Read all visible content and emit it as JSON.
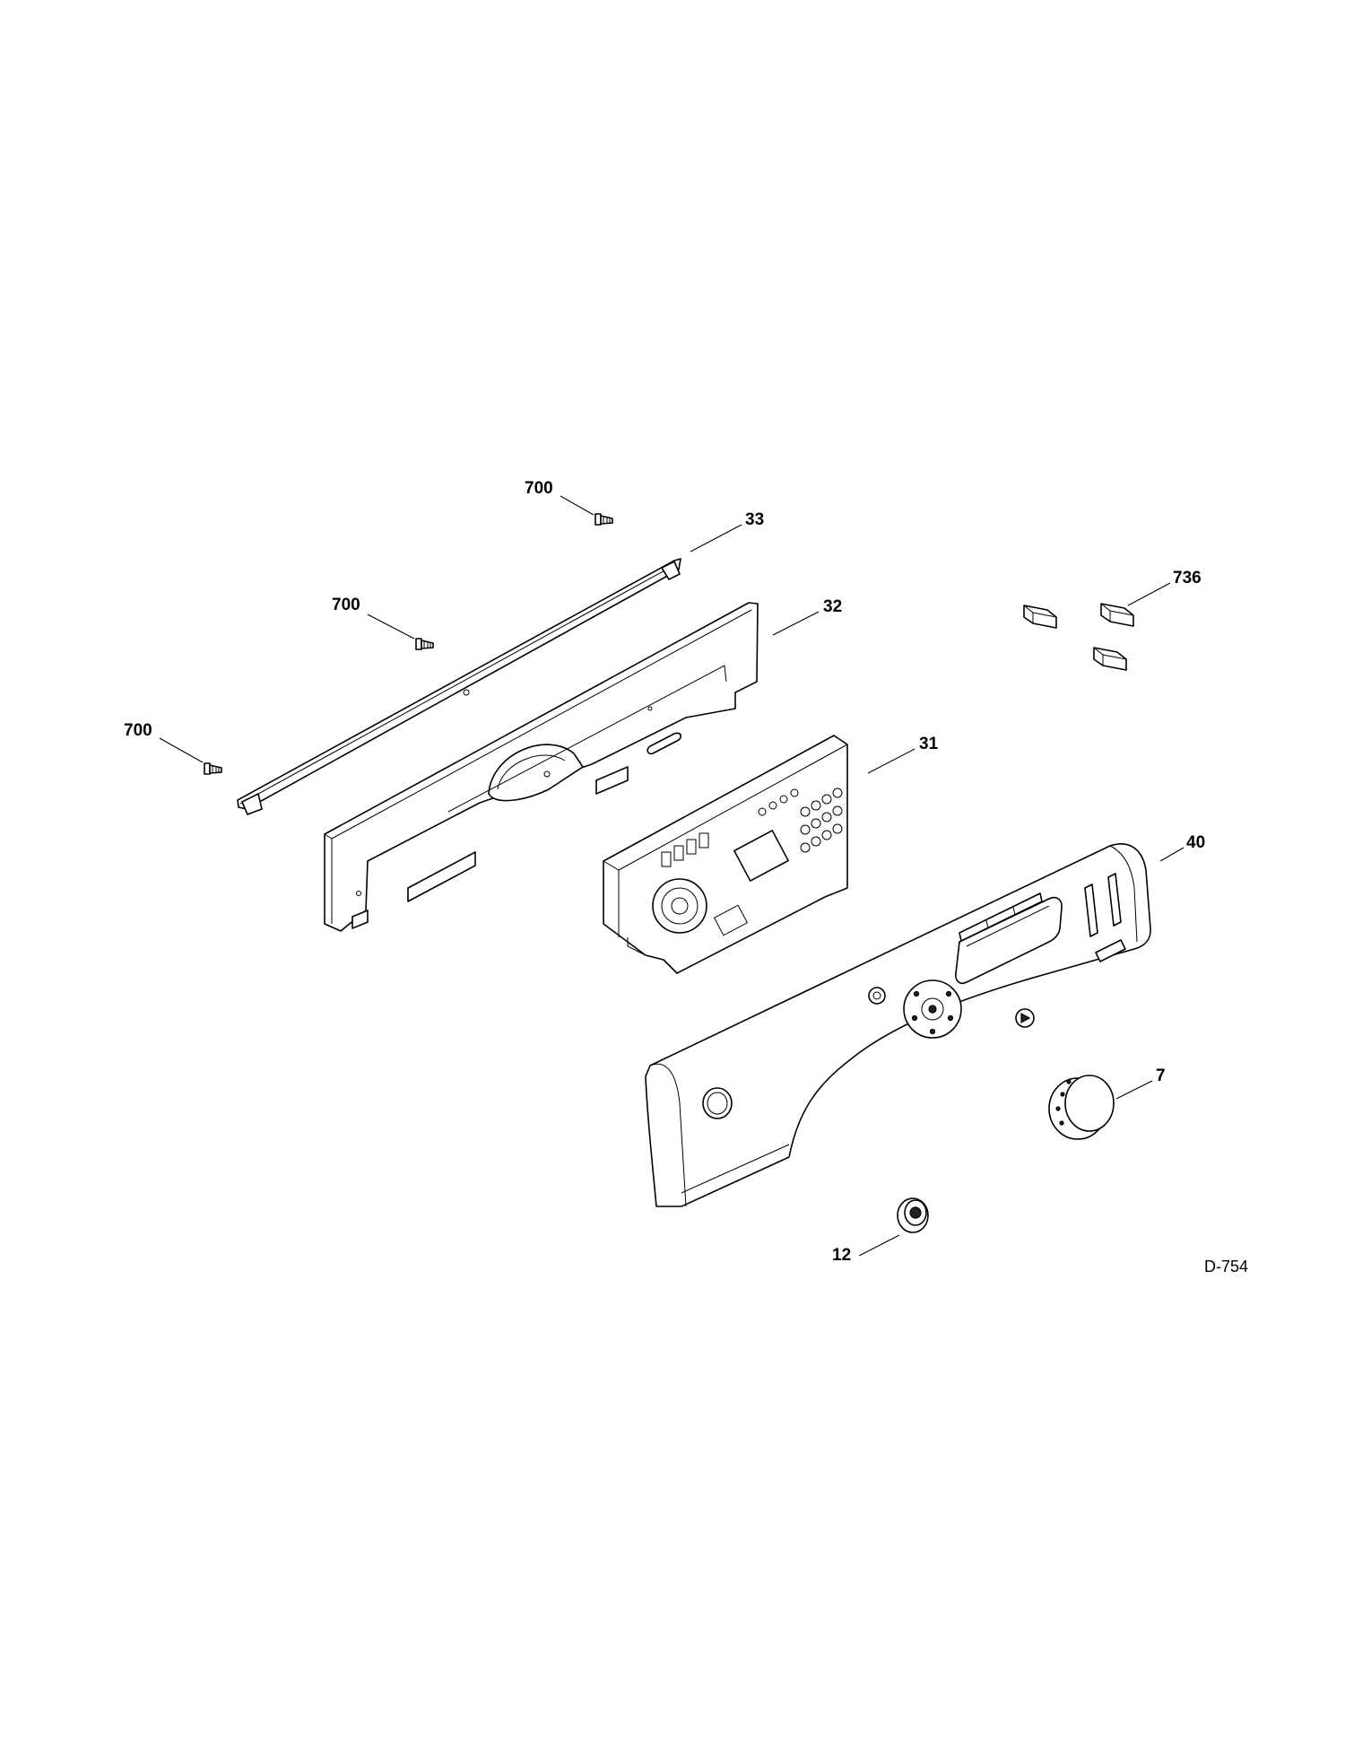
{
  "diagram": {
    "id_label": "D-754",
    "callouts": [
      {
        "key": "screw_top",
        "label": "700"
      },
      {
        "key": "trim",
        "label": "33"
      },
      {
        "key": "screw_mid",
        "label": "700"
      },
      {
        "key": "bracket",
        "label": "32"
      },
      {
        "key": "screw_left",
        "label": "700"
      },
      {
        "key": "board",
        "label": "31"
      },
      {
        "key": "clips",
        "label": "736"
      },
      {
        "key": "panel",
        "label": "40"
      },
      {
        "key": "knob",
        "label": "7"
      },
      {
        "key": "button",
        "label": "12"
      }
    ]
  }
}
